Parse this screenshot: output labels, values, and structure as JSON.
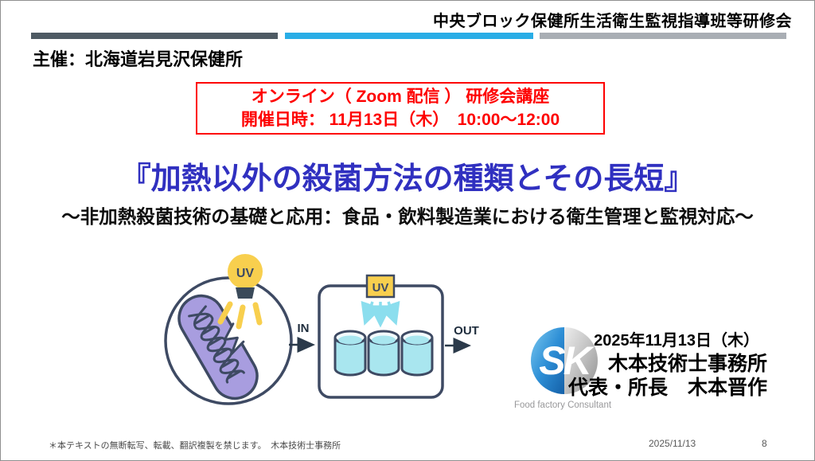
{
  "header": {
    "title": "中央ブロック保健所生活衛生監視指導班等研修会"
  },
  "organizer": "主催：北海道岩見沢保健所",
  "notice_box": {
    "line1": "オンライン（ Zoom 配信 ） 研修会講座",
    "line2": "開催日時： 11月13日（木）　10:00〜12:00"
  },
  "main_title": "『加熱以外の殺菌方法の種類とその長短』",
  "subtitle": "〜非加熱殺菌技術の基礎と応用：食品・飲料製造業における衛生管理と監視対応〜",
  "illustration": {
    "bulb_label": "UV",
    "chamber_label": "UV",
    "in_label": "IN",
    "out_label": "OUT"
  },
  "presenter": {
    "logo_monogram": "SK",
    "logo_caption": "Food factory Consultant",
    "date": "2025年11月13日（木）",
    "office": "木本技術士事務所",
    "representative": "代表・所長　木本晋作"
  },
  "footer": {
    "copyright_notice": "＊本テキストの無断転写、転載、翻訳複製を禁じます。　木本技術士事務所",
    "date": "2025/11/13",
    "page_number": "8"
  },
  "colors": {
    "accent_cyan": "#29ade6",
    "bar_dark_slate": "#4e5a63",
    "bar_gray": "#a9aeb4",
    "alert_red": "#fe0000",
    "title_blue": "#3030c0",
    "outline_navy": "#3e4a63",
    "bulb_yellow": "#f8cf4e",
    "bacteria_purple": "#a89ddf",
    "liquid_cyan": "#a9e6ef",
    "uv_ray_cyan": "#8bdeee"
  }
}
